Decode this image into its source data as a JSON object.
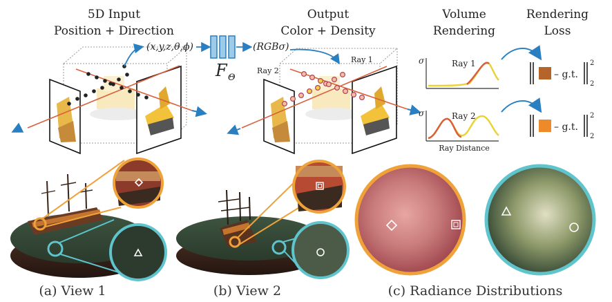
{
  "top": {
    "input_title_line1": "5D Input",
    "input_title_line2": "Position + Direction",
    "output_title_line1": "Output",
    "output_title_line2": "Color + Density",
    "volume_title_line1": "Volume",
    "volume_title_line2": "Rendering",
    "loss_title_line1": "Rendering",
    "loss_title_line2": "Loss",
    "input_tuple": "(x,y,z,θ,ϕ)",
    "output_tuple": "(RGBσ)",
    "network_label": "F",
    "network_subscript": "Θ",
    "ray1_label": "Ray 1",
    "ray2_label": "Ray 2",
    "plot_ray1_label": "Ray 1",
    "plot_ray2_label": "Ray 2",
    "sigma_axis": "σ",
    "x_axis": "Ray Distance",
    "gt_text_1": "– g.t.",
    "gt_text_2": "– g.t.",
    "norm_exp": "2",
    "norm_sub": "2",
    "loss_color_1": "#b5642a",
    "loss_color_2": "#ef8a2a"
  },
  "bottom": {
    "view1_caption": "(a) View 1",
    "view2_caption": "(b) View 2",
    "radiance_caption": "(c) Radiance Distributions",
    "orange": "#f0a23a",
    "teal": "#5fc4cc"
  }
}
